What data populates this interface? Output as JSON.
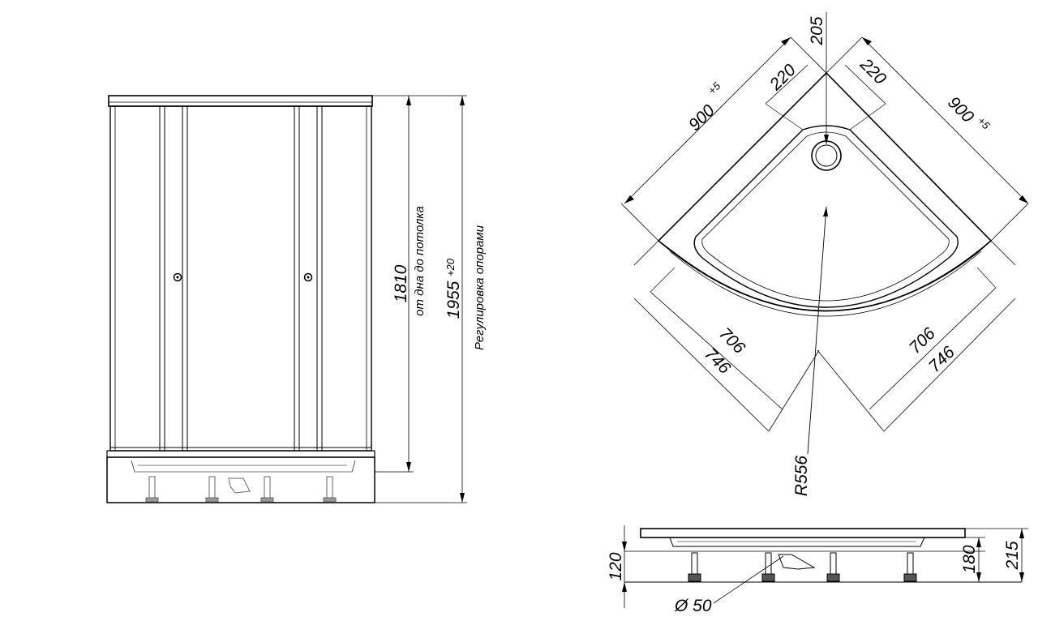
{
  "front_view": {
    "height_text": "1810",
    "height_note": "от дна до потолка",
    "total_text": "1955",
    "total_tolerance": "+20",
    "total_note": "Регулировка опорами"
  },
  "plan_view": {
    "side_left": "900",
    "side_left_tol": "+5",
    "side_right": "900",
    "side_right_tol": "+5",
    "corner_offset_left": "220",
    "corner_offset_right": "220",
    "drain_offset": "205",
    "inner_left": "706",
    "outer_left": "746",
    "inner_right": "706",
    "outer_right": "746",
    "radius": "R556"
  },
  "side_view": {
    "height_feet": "120",
    "height_tray": "180",
    "height_total": "215",
    "drain_diameter": "Ø 50"
  }
}
